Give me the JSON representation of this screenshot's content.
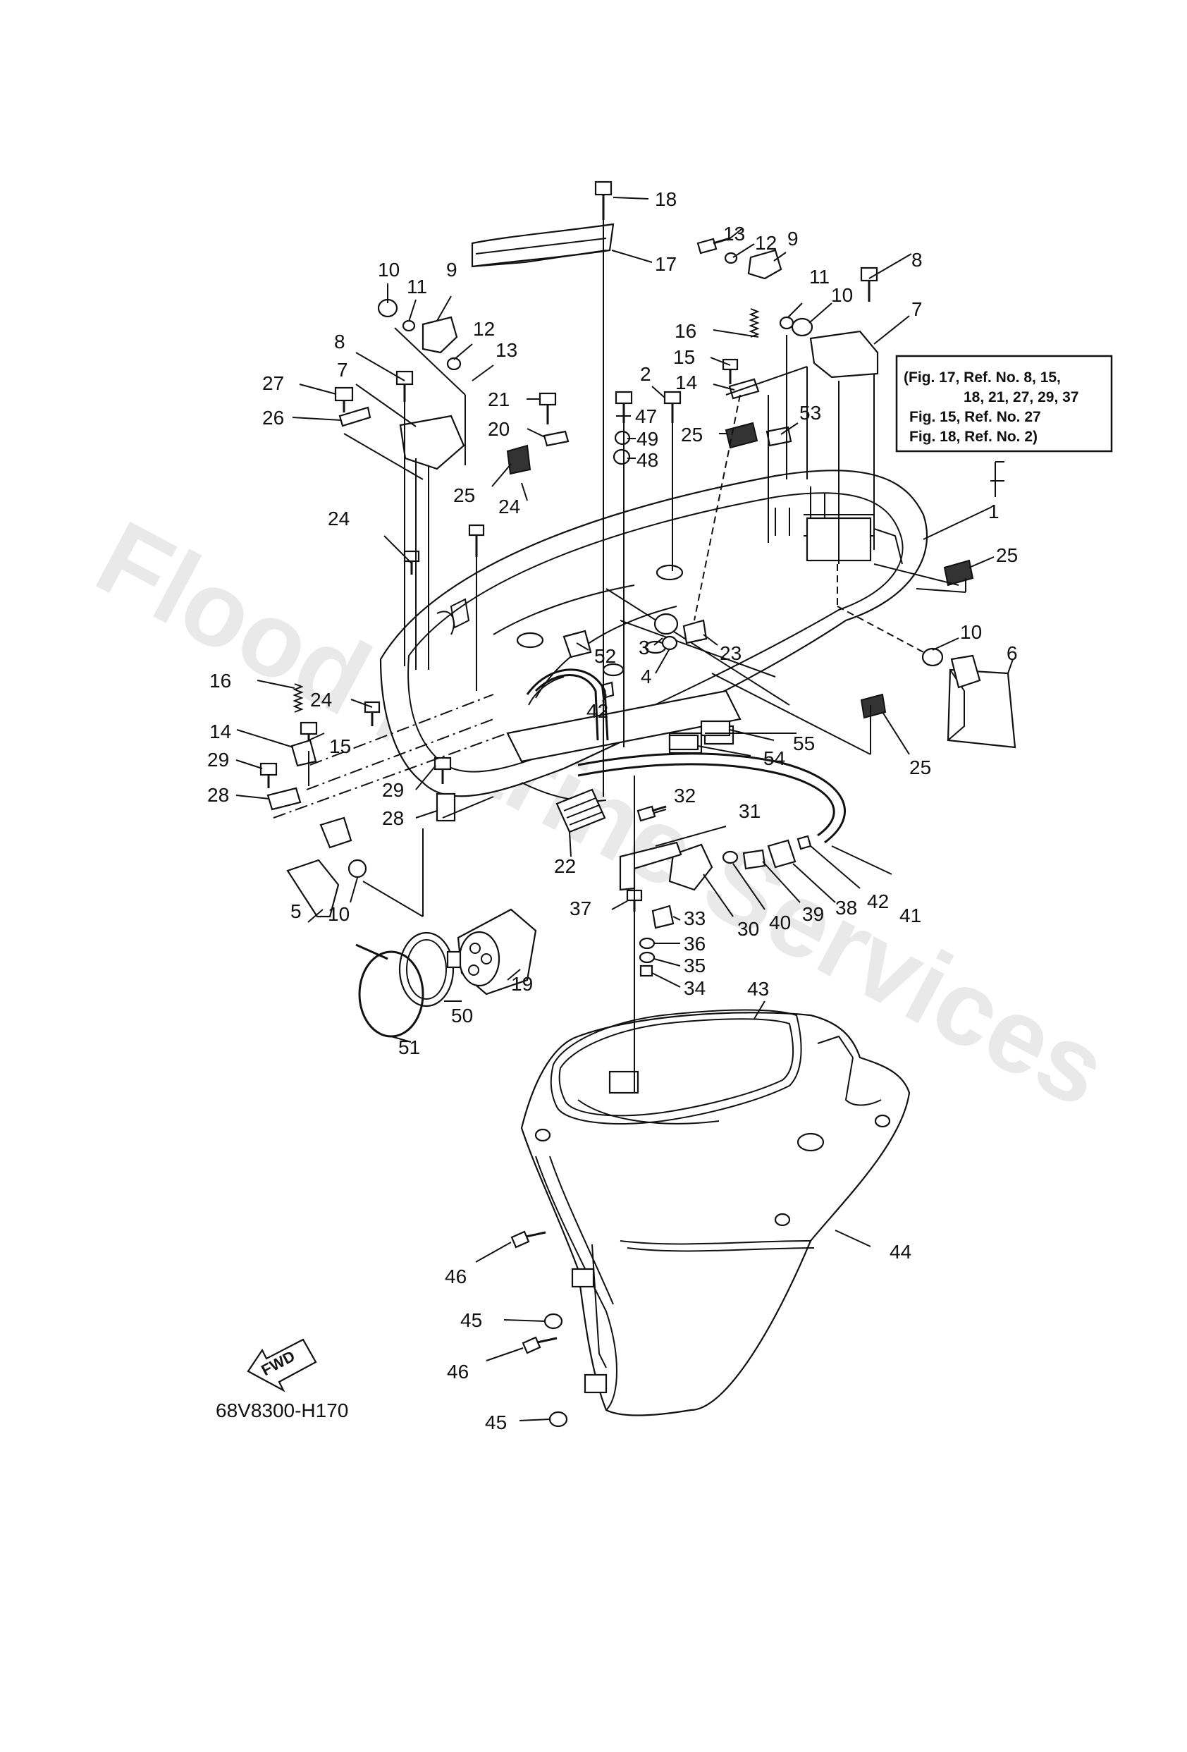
{
  "diagram": {
    "code": "68V8300-H170",
    "watermark": "Flood Marine Services",
    "fwd_label": "FWD",
    "note_lines": [
      "(Fig. 17, Ref. No. 8, 15,",
      "18, 21, 27, 29, 37",
      "Fig. 15, Ref. No. 27",
      "Fig. 18, Ref. No. 2)"
    ],
    "labels": [
      {
        "text": "1"
      },
      {
        "text": "2"
      },
      {
        "text": "3"
      },
      {
        "text": "4"
      },
      {
        "text": "5"
      },
      {
        "text": "6"
      },
      {
        "text": "7"
      },
      {
        "text": "7"
      },
      {
        "text": "8"
      },
      {
        "text": "8"
      },
      {
        "text": "9"
      },
      {
        "text": "9"
      },
      {
        "text": "10"
      },
      {
        "text": "10"
      },
      {
        "text": "10"
      },
      {
        "text": "10"
      },
      {
        "text": "11"
      },
      {
        "text": "11"
      },
      {
        "text": "12"
      },
      {
        "text": "12"
      },
      {
        "text": "13"
      },
      {
        "text": "13"
      },
      {
        "text": "14"
      },
      {
        "text": "14"
      },
      {
        "text": "15"
      },
      {
        "text": "15"
      },
      {
        "text": "16"
      },
      {
        "text": "16"
      },
      {
        "text": "17"
      },
      {
        "text": "18"
      },
      {
        "text": "19"
      },
      {
        "text": "20"
      },
      {
        "text": "21"
      },
      {
        "text": "22"
      },
      {
        "text": "23"
      },
      {
        "text": "24"
      },
      {
        "text": "24"
      },
      {
        "text": "24"
      },
      {
        "text": "25"
      },
      {
        "text": "25"
      },
      {
        "text": "25"
      },
      {
        "text": "25"
      },
      {
        "text": "26"
      },
      {
        "text": "27"
      },
      {
        "text": "28"
      },
      {
        "text": "28"
      },
      {
        "text": "29"
      },
      {
        "text": "29"
      },
      {
        "text": "30"
      },
      {
        "text": "31"
      },
      {
        "text": "32"
      },
      {
        "text": "33"
      },
      {
        "text": "34"
      },
      {
        "text": "35"
      },
      {
        "text": "36"
      },
      {
        "text": "37"
      },
      {
        "text": "38"
      },
      {
        "text": "39"
      },
      {
        "text": "40"
      },
      {
        "text": "41"
      },
      {
        "text": "42"
      },
      {
        "text": "42"
      },
      {
        "text": "43"
      },
      {
        "text": "44"
      },
      {
        "text": "45"
      },
      {
        "text": "45"
      },
      {
        "text": "46"
      },
      {
        "text": "46"
      },
      {
        "text": "47"
      },
      {
        "text": "48"
      },
      {
        "text": "49"
      },
      {
        "text": "50"
      },
      {
        "text": "51"
      },
      {
        "text": "52"
      },
      {
        "text": "53"
      },
      {
        "text": "54"
      },
      {
        "text": "55"
      }
    ]
  }
}
